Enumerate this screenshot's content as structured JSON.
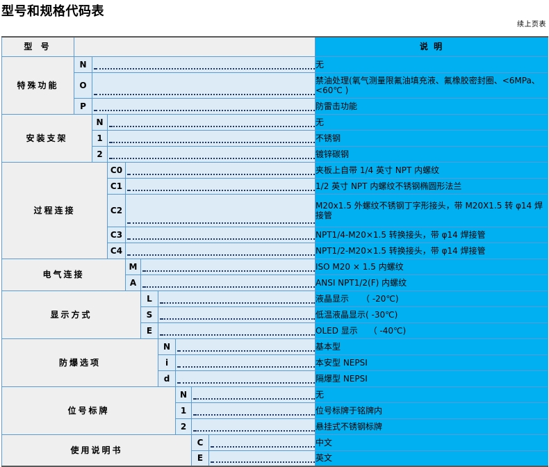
{
  "page": {
    "title": "型号和规格代码表",
    "continued_note": "续上页表"
  },
  "table": {
    "header": {
      "model_label": "型 号",
      "desc_label": "说 明"
    },
    "groups": [
      {
        "name": "特殊功能",
        "level": 1,
        "rows": [
          {
            "code": "N",
            "desc": "无"
          },
          {
            "code": "O",
            "desc": "禁油处理(氧气测量限氟油填充液、氟橡胶密封圈、<6MPa、<60℃ )"
          },
          {
            "code": "P",
            "desc": "防雷击功能"
          }
        ]
      },
      {
        "name": "安装支架",
        "level": 2,
        "rows": [
          {
            "code": "N",
            "desc": "无"
          },
          {
            "code": "1",
            "desc": "不锈钢"
          },
          {
            "code": "2",
            "desc": "镀锌碳钢"
          }
        ]
      },
      {
        "name": "过程连接",
        "level": 3,
        "rows": [
          {
            "code": "C0",
            "desc": "夹板上自带 1/4 英寸 NPT 内螺纹"
          },
          {
            "code": "C1",
            "desc": "1/2 英寸 NPT 内螺纹不锈钢椭圆形法兰"
          },
          {
            "code": "C2",
            "desc": "M20x1.5 外螺纹不锈钢丁字形接头，带 M20X1.5 转 φ14 焊接管"
          },
          {
            "code": "C3",
            "desc": "NPT1/4-M20×1.5 转换接头，带 φ14 焊接管"
          },
          {
            "code": "C4",
            "desc": "NPT1/2-M20×1.5 转换接头，带 φ14 焊接管"
          }
        ]
      },
      {
        "name": "电气连接",
        "level": 4,
        "rows": [
          {
            "code": "M",
            "desc": "ISO M20 × 1.5 内螺纹"
          },
          {
            "code": "A",
            "desc": "ANSI NPT1/2(F) 内螺纹"
          }
        ]
      },
      {
        "name": "显示方式",
        "level": 5,
        "rows": [
          {
            "code": "L",
            "desc": "液晶显示　　（ -20℃)"
          },
          {
            "code": "S",
            "desc": "低温液晶显示( -30℃)"
          },
          {
            "code": "E",
            "desc": "OLED 显示　 （ -40℃)"
          }
        ]
      },
      {
        "name": "防爆选项",
        "level": 6,
        "rows": [
          {
            "code": "N",
            "desc": "基本型"
          },
          {
            "code": "i",
            "desc": "本安型 NEPSI"
          },
          {
            "code": "d",
            "desc": "隔爆型 NEPSI"
          }
        ]
      },
      {
        "name": "位号标牌",
        "level": 7,
        "rows": [
          {
            "code": "N",
            "desc": "无"
          },
          {
            "code": "1",
            "desc": "位号标牌于铭牌内"
          },
          {
            "code": "2",
            "desc": "悬挂式不锈钢标牌"
          }
        ]
      },
      {
        "name": "使用说明书",
        "level": 8,
        "rows": [
          {
            "code": "C",
            "desc": "中文"
          },
          {
            "code": "E",
            "desc": "英文"
          }
        ]
      }
    ]
  },
  "colors": {
    "description_bg": "#00b0f0",
    "code_bg": "#ddebf7",
    "group_bg": "#efefef",
    "grid_blue": "#5b9bd5",
    "grid_grey": "#808080"
  }
}
